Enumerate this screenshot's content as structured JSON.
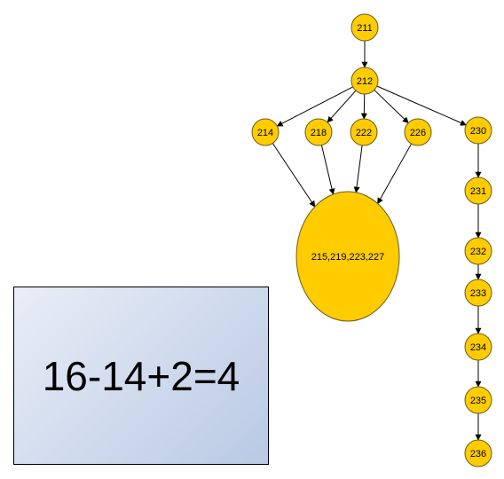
{
  "diagram": {
    "node_fill": "#ffcc00",
    "node_stroke": "#6b5a1e",
    "edge_color": "#000000",
    "nodes": [
      "211",
      "212",
      "214",
      "218",
      "222",
      "226",
      "230",
      "231",
      "232",
      "233",
      "234",
      "235",
      "236"
    ],
    "merged_node": "215,219,223,227",
    "edges": [
      [
        "211",
        "212"
      ],
      [
        "212",
        "214"
      ],
      [
        "212",
        "218"
      ],
      [
        "212",
        "222"
      ],
      [
        "212",
        "226"
      ],
      [
        "212",
        "230"
      ],
      [
        "214",
        "215,219,223,227"
      ],
      [
        "218",
        "215,219,223,227"
      ],
      [
        "222",
        "215,219,223,227"
      ],
      [
        "226",
        "215,219,223,227"
      ],
      [
        "230",
        "231"
      ],
      [
        "231",
        "232"
      ],
      [
        "232",
        "233"
      ],
      [
        "233",
        "234"
      ],
      [
        "234",
        "235"
      ],
      [
        "235",
        "236"
      ]
    ]
  },
  "formula_box": {
    "text": "16-14+2=4",
    "gradient_start": "#e9eef7",
    "gradient_end": "#b9c9e4"
  }
}
